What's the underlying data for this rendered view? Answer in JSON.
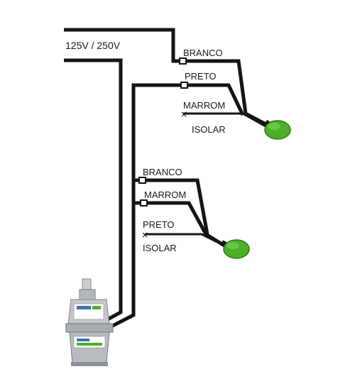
{
  "diagram": {
    "supply_label": "125V / 250V",
    "upper_switch": {
      "labels": [
        "BRANCO",
        "PRETO",
        "MARROM",
        "ISOLAR"
      ]
    },
    "lower_switch": {
      "labels": [
        "BRANCO",
        "MARROM",
        "PRETO",
        "ISOLAR"
      ]
    },
    "colors": {
      "wire": "#141414",
      "float_switch": "#4caf2a",
      "pump_body": "#b8bcc0"
    },
    "icons": [
      "float-switch-icon",
      "water-pump-icon"
    ]
  }
}
